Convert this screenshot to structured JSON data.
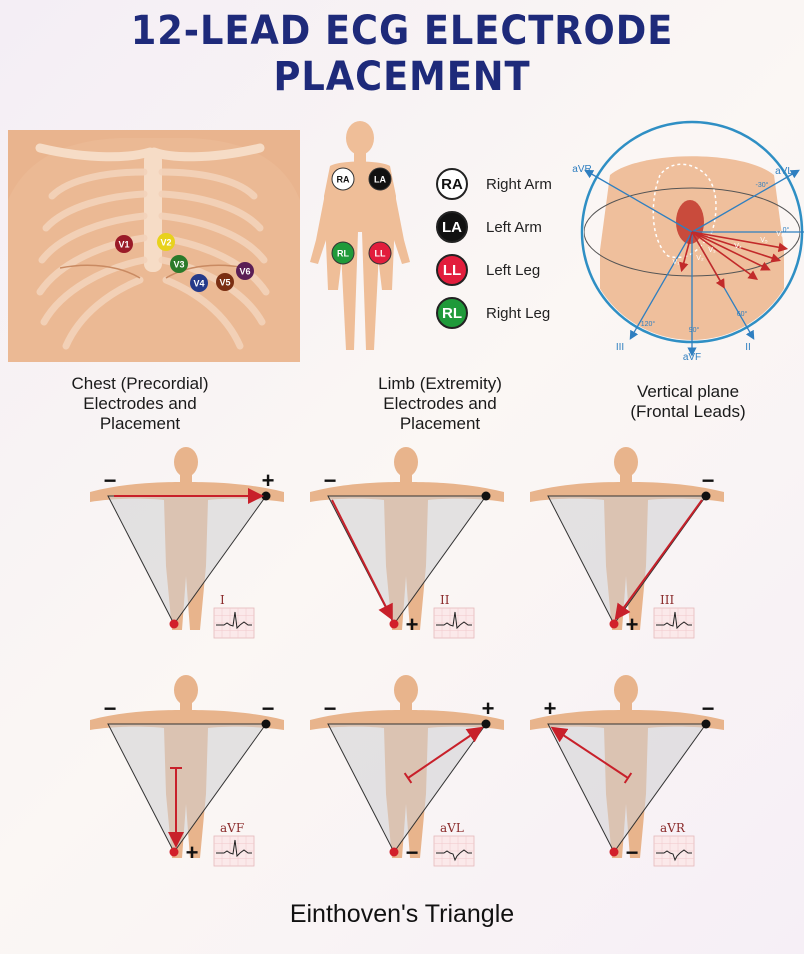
{
  "title": "12-LEAD ECG ELECTRODE PLACEMENT",
  "chest": {
    "caption": [
      "Chest (Precordial)",
      "Electrodes and",
      "Placement"
    ],
    "electrodes": [
      {
        "label": "V1",
        "color": "#9a1b28"
      },
      {
        "label": "V2",
        "color": "#e8d21c"
      },
      {
        "label": "V3",
        "color": "#2a7a2a"
      },
      {
        "label": "V4",
        "color": "#253a8a"
      },
      {
        "label": "V5",
        "color": "#7a2e12"
      },
      {
        "label": "V6",
        "color": "#5a1e55"
      }
    ]
  },
  "limb": {
    "caption": [
      "Limb (Extremity)",
      "Electrodes and",
      "Placement"
    ],
    "electrodes": [
      {
        "label": "RA",
        "bg": "#ffffff",
        "fg": "#111111"
      },
      {
        "label": "LA",
        "bg": "#111111",
        "fg": "#ffffff"
      },
      {
        "label": "RL",
        "bg": "#1f9a3a",
        "fg": "#ffffff"
      },
      {
        "label": "LL",
        "bg": "#e21d3c",
        "fg": "#ffffff"
      }
    ]
  },
  "legend": [
    {
      "abbr": "RA",
      "name": "Right Arm",
      "bg": "#ffffff",
      "fg": "#111111"
    },
    {
      "abbr": "LA",
      "name": "Left Arm",
      "bg": "#111111",
      "fg": "#ffffff"
    },
    {
      "abbr": "LL",
      "name": "Left Leg",
      "bg": "#e21d3c",
      "fg": "#ffffff"
    },
    {
      "abbr": "RL",
      "name": "Right Leg",
      "bg": "#1f9a3a",
      "fg": "#ffffff"
    }
  ],
  "frontal": {
    "caption": [
      "Vertical plane",
      "(Frontal Leads)"
    ],
    "labels": {
      "avr": "aVR",
      "avl": "aVL",
      "minus30": "-30°",
      "zero": "0°",
      "lead3": "III",
      "lead2": "II",
      "avf": "aVF",
      "deg120": "120°",
      "deg90": "90°",
      "deg60": "60°",
      "v1": "V₁",
      "v2": "V₂",
      "v3": "V₃",
      "v4": "V₄",
      "v5": "V₅",
      "v6": "V₆"
    },
    "colors": {
      "circle": "#2f8fc4",
      "vectors": "#c22a2a",
      "leads": "#2f7fc0"
    }
  },
  "leads": [
    {
      "name": "I",
      "left_sign": "−",
      "right_sign": "+",
      "bottom_sign": "",
      "arrow": "ra-la"
    },
    {
      "name": "II",
      "left_sign": "−",
      "right_sign": "",
      "bottom_sign": "+",
      "arrow": "ra-ll"
    },
    {
      "name": "III",
      "left_sign": "",
      "right_sign": "−",
      "bottom_sign": "+",
      "arrow": "la-ll"
    },
    {
      "name": "aVF",
      "left_sign": "−",
      "right_sign": "−",
      "bottom_sign": "+",
      "arrow": "mid-ll"
    },
    {
      "name": "aVL",
      "left_sign": "−",
      "right_sign": "+",
      "bottom_sign": "−",
      "arrow": "mid-la"
    },
    {
      "name": "aVR",
      "left_sign": "+",
      "right_sign": "−",
      "bottom_sign": "−",
      "arrow": "mid-ra"
    }
  ],
  "einthoven_title": "Einthoven's Triangle",
  "colors": {
    "title": "#1e2a7a",
    "arrow": "#c8202a",
    "skin": "#e8b48c",
    "skin_dark": "#d89a6f",
    "triangle": "#d0d0d2"
  }
}
